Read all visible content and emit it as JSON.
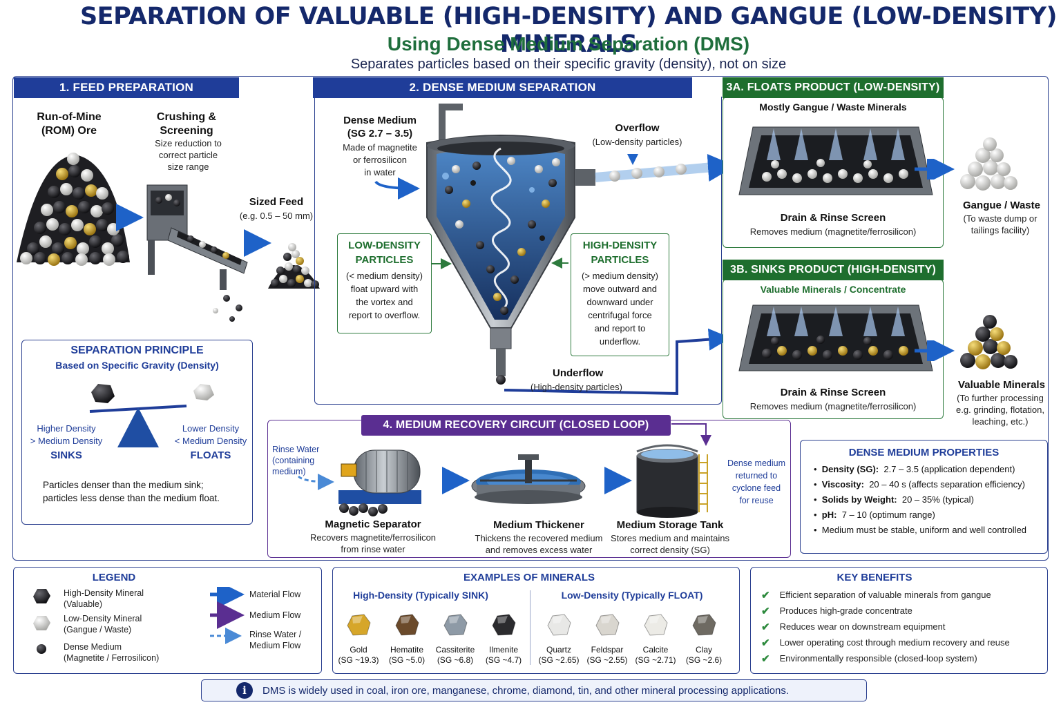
{
  "header": {
    "title": "SEPARATION OF VALUABLE (HIGH-DENSITY) AND GANGUE (LOW-DENSITY) MINERALS",
    "subtitle": "Using Dense Medium Separation (DMS)",
    "description": "Separates particles based on their specific gravity (density), not on size"
  },
  "feed": {
    "header": "1. FEED PREPARATION",
    "rom_title": "Run-of-Mine\n(ROM) Ore",
    "crush_title": "Crushing &\nScreening",
    "crush_desc": "Size reduction to\ncorrect particle\nsize range",
    "sized_title": "Sized Feed",
    "sized_desc": "(e.g. 0.5 – 50 mm)"
  },
  "principle": {
    "title": "SEPARATION PRINCIPLE",
    "subtitle": "Based on Specific Gravity (Density)",
    "left_line1": "Higher Density",
    "left_line2": "> Medium Density",
    "left_result": "SINKS",
    "right_line1": "Lower Density",
    "right_line2": "< Medium Density",
    "right_result": "FLOATS",
    "note": "Particles denser than the medium sink;\nparticles less dense than the medium float."
  },
  "dms": {
    "header": "2. DENSE MEDIUM SEPARATION",
    "medium_title": "Dense Medium\n(SG 2.7 – 3.5)",
    "medium_desc": "Made of magnetite\nor ferrosilicon\nin water",
    "overflow_title": "Overflow",
    "overflow_desc": "(Low-density particles)",
    "underflow_title": "Underflow",
    "underflow_desc": "(High-density particles)",
    "low_title": "LOW-DENSITY\nPARTICLES",
    "low_desc": "(< medium density)\nfloat upward with\nthe vortex and\nreport to overflow.",
    "high_title": "HIGH-DENSITY\nPARTICLES",
    "high_desc": "(> medium density)\nmove outward and\ndownward under\ncentrifugal force\nand report to\nunderflow."
  },
  "floats": {
    "header": "3A. FLOATS PRODUCT (LOW-DENSITY)",
    "subtitle": "Mostly Gangue / Waste Minerals",
    "screen_title": "Drain & Rinse Screen",
    "screen_desc": "Removes medium (magnetite/ferrosilicon)",
    "out_title": "Gangue / Waste",
    "out_desc": "(To waste dump or\ntailings facility)"
  },
  "sinks": {
    "header": "3B. SINKS PRODUCT (HIGH-DENSITY)",
    "subtitle": "Valuable Minerals / Concentrate",
    "screen_title": "Drain & Rinse Screen",
    "screen_desc": "Removes medium (magnetite/ferrosilicon)",
    "out_title": "Valuable Minerals",
    "out_desc": "(To further processing\ne.g. grinding, flotation,\nleaching, etc.)"
  },
  "recovery": {
    "header": "4. MEDIUM RECOVERY CIRCUIT (CLOSED LOOP)",
    "rinse_in": "Rinse Water\n(containing\nmedium)",
    "mag_title": "Magnetic Separator",
    "mag_desc": "Recovers magnetite/ferrosilicon\nfrom rinse water",
    "thick_title": "Medium Thickener",
    "thick_desc": "Thickens the recovered medium\nand removes excess water",
    "tank_title": "Medium Storage Tank",
    "tank_desc": "Stores medium and maintains\ncorrect density (SG)",
    "returned": "Dense medium\nreturned to\ncyclone feed\nfor reuse"
  },
  "properties": {
    "title": "DENSE MEDIUM PROPERTIES",
    "items": [
      {
        "label": "Density (SG):",
        "value": "2.7 – 3.5 (application dependent)"
      },
      {
        "label": "Viscosity:",
        "value": "20 – 40 s (affects separation efficiency)"
      },
      {
        "label": "Solids by Weight:",
        "value": "20 – 35% (typical)"
      },
      {
        "label": "pH:",
        "value": "7 – 10 (optimum range)"
      },
      {
        "label": "",
        "value": "Medium must be stable, uniform and well controlled"
      }
    ]
  },
  "legend": {
    "title": "LEGEND",
    "high": "High-Density Mineral\n(Valuable)",
    "low": "Low-Density Mineral\n(Gangue / Waste)",
    "medium": "Dense Medium\n(Magnetite / Ferrosilicon)",
    "material_flow": "Material Flow",
    "medium_flow": "Medium Flow",
    "rinse_flow": "Rinse Water /\nMedium Flow"
  },
  "examples": {
    "title": "EXAMPLES OF MINERALS",
    "high_header": "High-Density (Typically SINK)",
    "low_header": "Low-Density (Typically FLOAT)",
    "high": [
      {
        "name": "Gold",
        "sg": "(SG ~19.3)",
        "color": "#d6a62a"
      },
      {
        "name": "Hematite",
        "sg": "(SG ~5.0)",
        "color": "#6b4a2b"
      },
      {
        "name": "Cassiterite",
        "sg": "(SG ~6.8)",
        "color": "#8e9aa6"
      },
      {
        "name": "Ilmenite",
        "sg": "(SG ~4.7)",
        "color": "#2b2b2e"
      }
    ],
    "low": [
      {
        "name": "Quartz",
        "sg": "(SG ~2.65)",
        "color": "#e8e8e6"
      },
      {
        "name": "Feldspar",
        "sg": "(SG ~2.55)",
        "color": "#d9d6cf"
      },
      {
        "name": "Calcite",
        "sg": "(SG ~2.71)",
        "color": "#ecebe6"
      },
      {
        "name": "Clay",
        "sg": "(SG ~2.6)",
        "color": "#6e6a62"
      }
    ]
  },
  "benefits": {
    "title": "KEY BENEFITS",
    "items": [
      "Efficient separation of valuable minerals from gangue",
      "Produces high-grade concentrate",
      "Reduces wear on downstream equipment",
      "Lower operating cost through medium recovery and reuse",
      "Environmentally responsible (closed-loop system)"
    ]
  },
  "footer": {
    "info_icon": "i",
    "text": "DMS is widely used in coal, iron ore, manganese, chrome, diamond, tin, and other mineral processing applications."
  },
  "colors": {
    "navy": "#14286b",
    "blue": "#1f3d99",
    "green": "#1e6e2e",
    "purple": "#5a2e91",
    "flow_blue": "#1e62c8"
  }
}
